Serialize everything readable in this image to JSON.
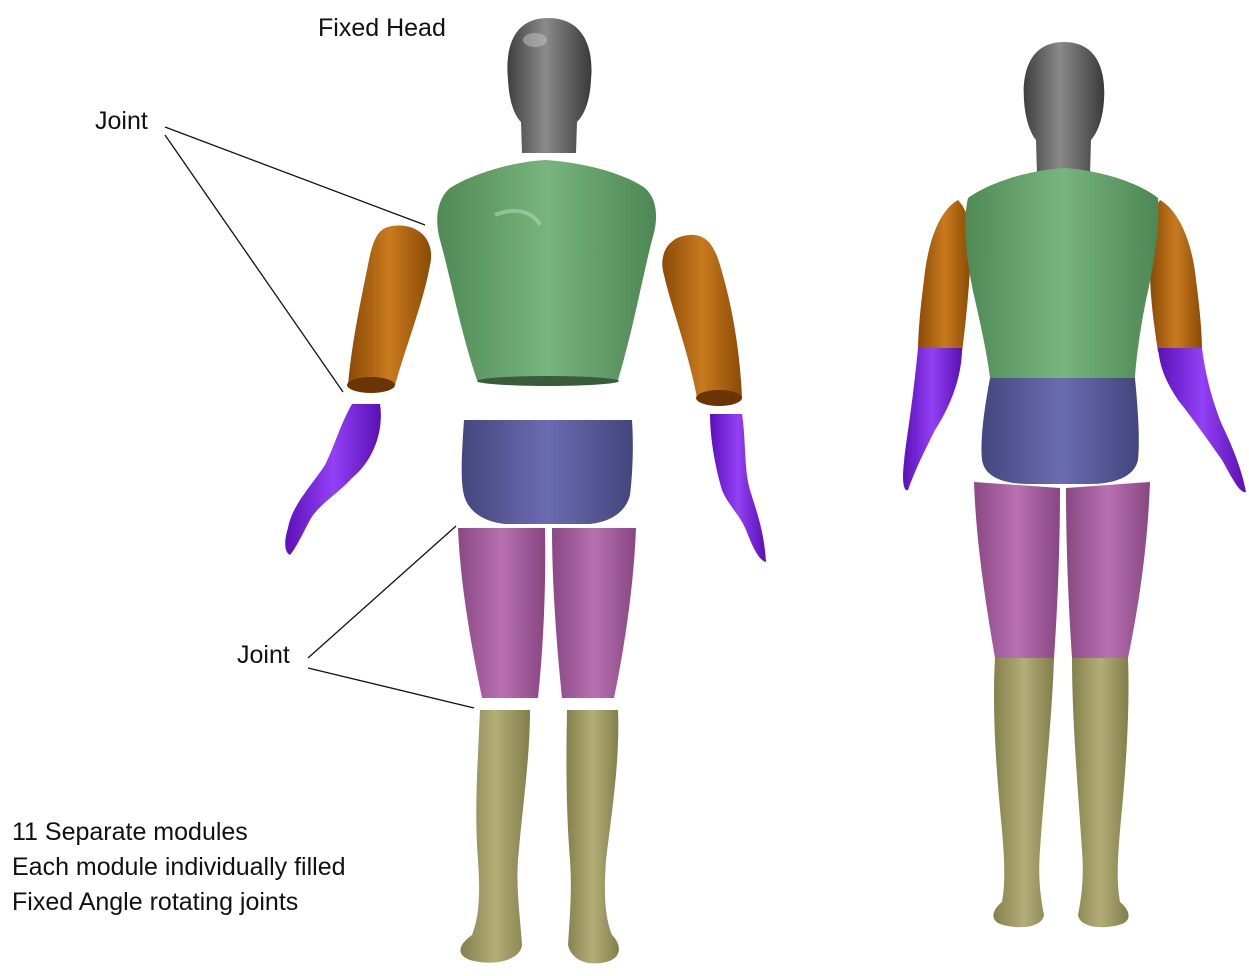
{
  "labels": {
    "head": "Fixed Head",
    "joint_upper": "Joint",
    "joint_lower": "Joint"
  },
  "notes": [
    "11 Separate modules",
    "Each module individually filled",
    "Fixed Angle rotating joints"
  ],
  "module_colors": {
    "head": "#5e5e5e",
    "torso": "#6aa570",
    "upper_arm": "#b5650e",
    "forearm_hand": "#7b1fe0",
    "pelvis": "#56589c",
    "thigh": "#a35a9c",
    "shin_foot": "#9e9a62"
  }
}
